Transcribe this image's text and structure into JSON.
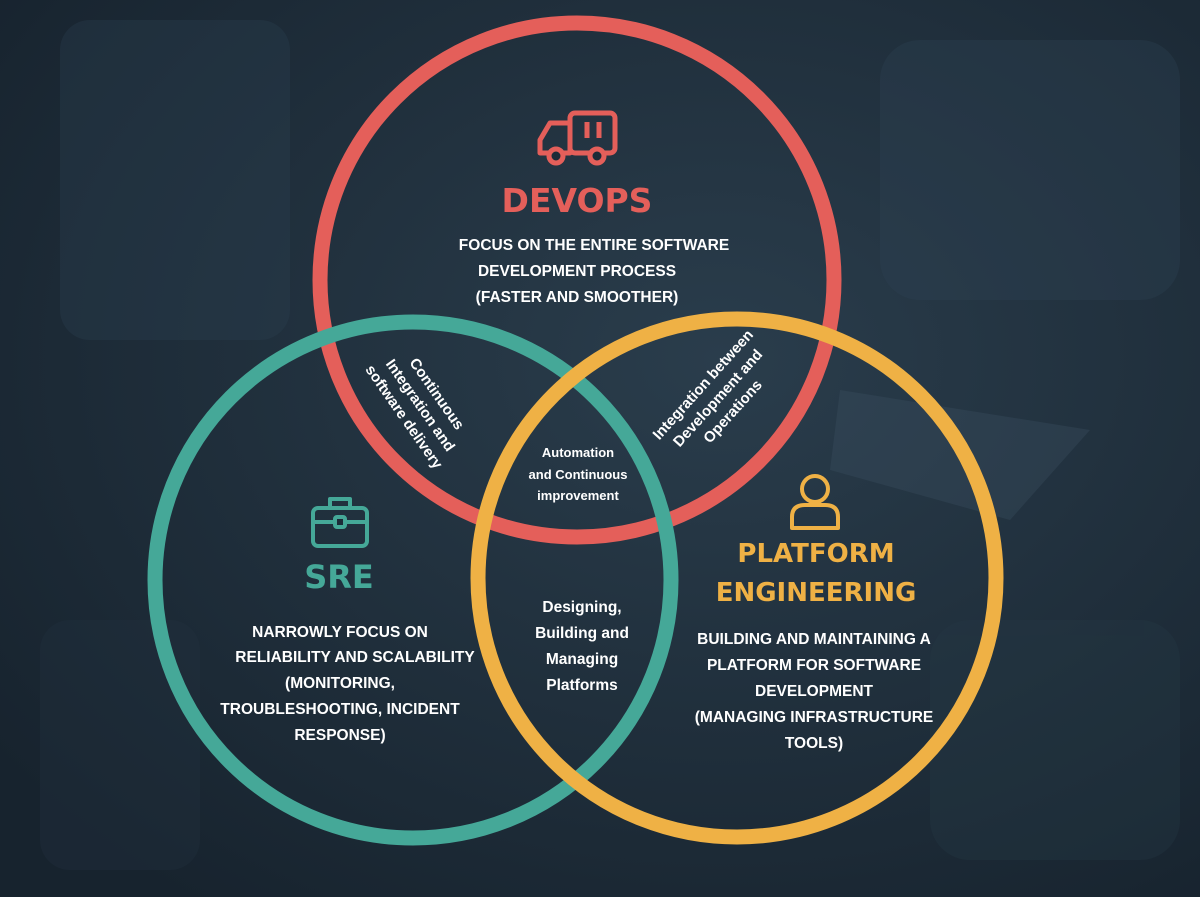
{
  "colors": {
    "background": "#1c2b38",
    "devops": "#e45f5a",
    "sre": "#45a898",
    "platform": "#efb145",
    "text": "#ffffff"
  },
  "devops": {
    "title": "DEVOPS",
    "icon": "truck-icon",
    "lines": [
      "FOCUS ON THE ENTIRE SOFTWARE",
      "DEVELOPMENT PROCESS",
      "(FASTER AND SMOOTHER)"
    ]
  },
  "sre": {
    "title": "SRE",
    "icon": "briefcase-icon",
    "lines": [
      "NARROWLY FOCUS ON",
      "RELIABILITY AND SCALABILITY",
      "(MONITORING,",
      "TROUBLESHOOTING, INCIDENT",
      "RESPONSE)"
    ]
  },
  "platform": {
    "title_lines": [
      "PLATFORM",
      "ENGINEERING"
    ],
    "icon": "user-icon",
    "lines": [
      "BUILDING AND MAINTAINING A",
      "PLATFORM FOR SOFTWARE",
      "DEVELOPMENT",
      "(MANAGING INFRASTRUCTURE",
      "TOOLS)"
    ]
  },
  "overlaps": {
    "devops_sre": [
      "Continuous",
      "Integration and",
      "software delivery"
    ],
    "devops_platform": [
      "Integration between",
      "Development and",
      "Operations"
    ],
    "all_three": [
      "Automation",
      "and Continuous",
      "improvement"
    ],
    "sre_platform": [
      "Designing,",
      "Building and",
      "Managing",
      "Platforms"
    ]
  }
}
